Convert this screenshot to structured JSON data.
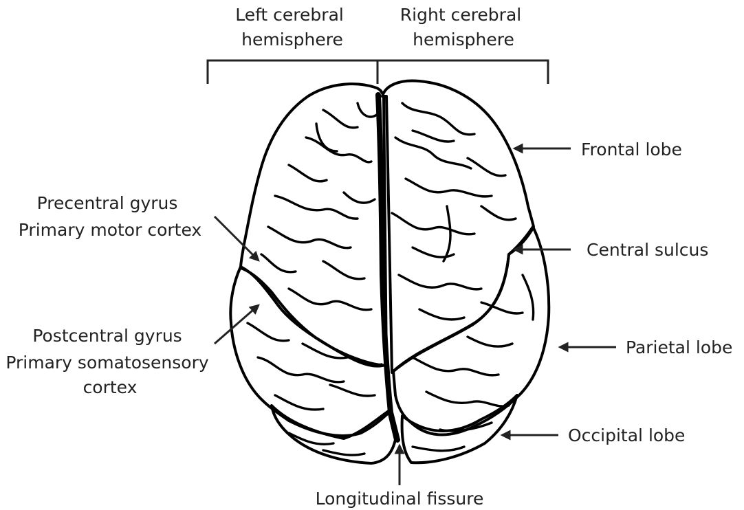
{
  "labels": {
    "left_hemisphere": [
      "Left cerebral",
      "hemisphere"
    ],
    "right_hemisphere": [
      "Right cerebral",
      "hemisphere"
    ],
    "frontal_lobe": "Frontal lobe",
    "central_sulcus": "Central sulcus",
    "parietal_lobe": "Parietal lobe",
    "occipital_lobe": "Occipital lobe",
    "longitudinal_fissure": "Longitudinal fissure",
    "precentral": [
      "Precentral gyrus",
      "Primary motor cortex"
    ],
    "postcentral": [
      "Postcentral gyrus",
      "Primary somatosensory",
      "cortex"
    ]
  },
  "colors": {
    "frontal": "#00a9e6",
    "parietal": "#ef77ab",
    "occipital": "#f6931d",
    "outline": "#000000",
    "text": "#222222"
  }
}
